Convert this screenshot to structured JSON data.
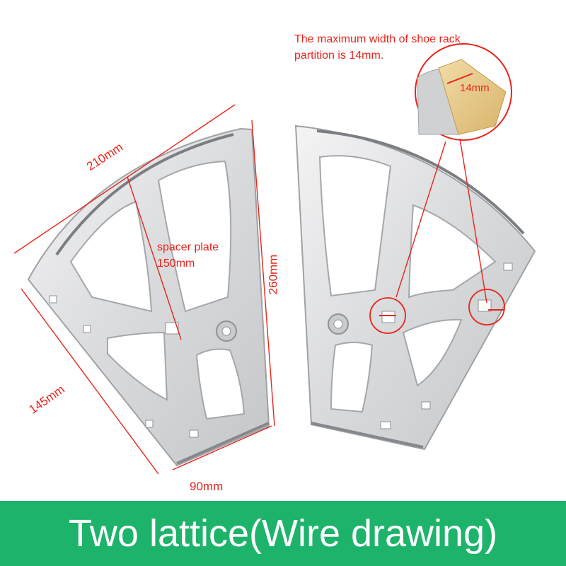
{
  "banner": {
    "title": "Two lattice(Wire drawing)",
    "background": "#1db36b",
    "text_color": "#ffffff"
  },
  "annotations": {
    "color": "#e8241c",
    "width_top": "210mm",
    "height_right": "260mm",
    "width_side": "145mm",
    "width_bottom": "90mm",
    "spacer_label": "spacer plate",
    "spacer_value": "150mm",
    "partition_note_line1": "The maximum width of shoe rack",
    "partition_note_line2": "partition is 14mm.",
    "partition_value": "14mm"
  },
  "icons": {
    "left_bracket": "shoe-rack-flip-bracket-left",
    "right_bracket": "shoe-rack-flip-bracket-right",
    "detail_callout": "partition-detail-zoom"
  }
}
